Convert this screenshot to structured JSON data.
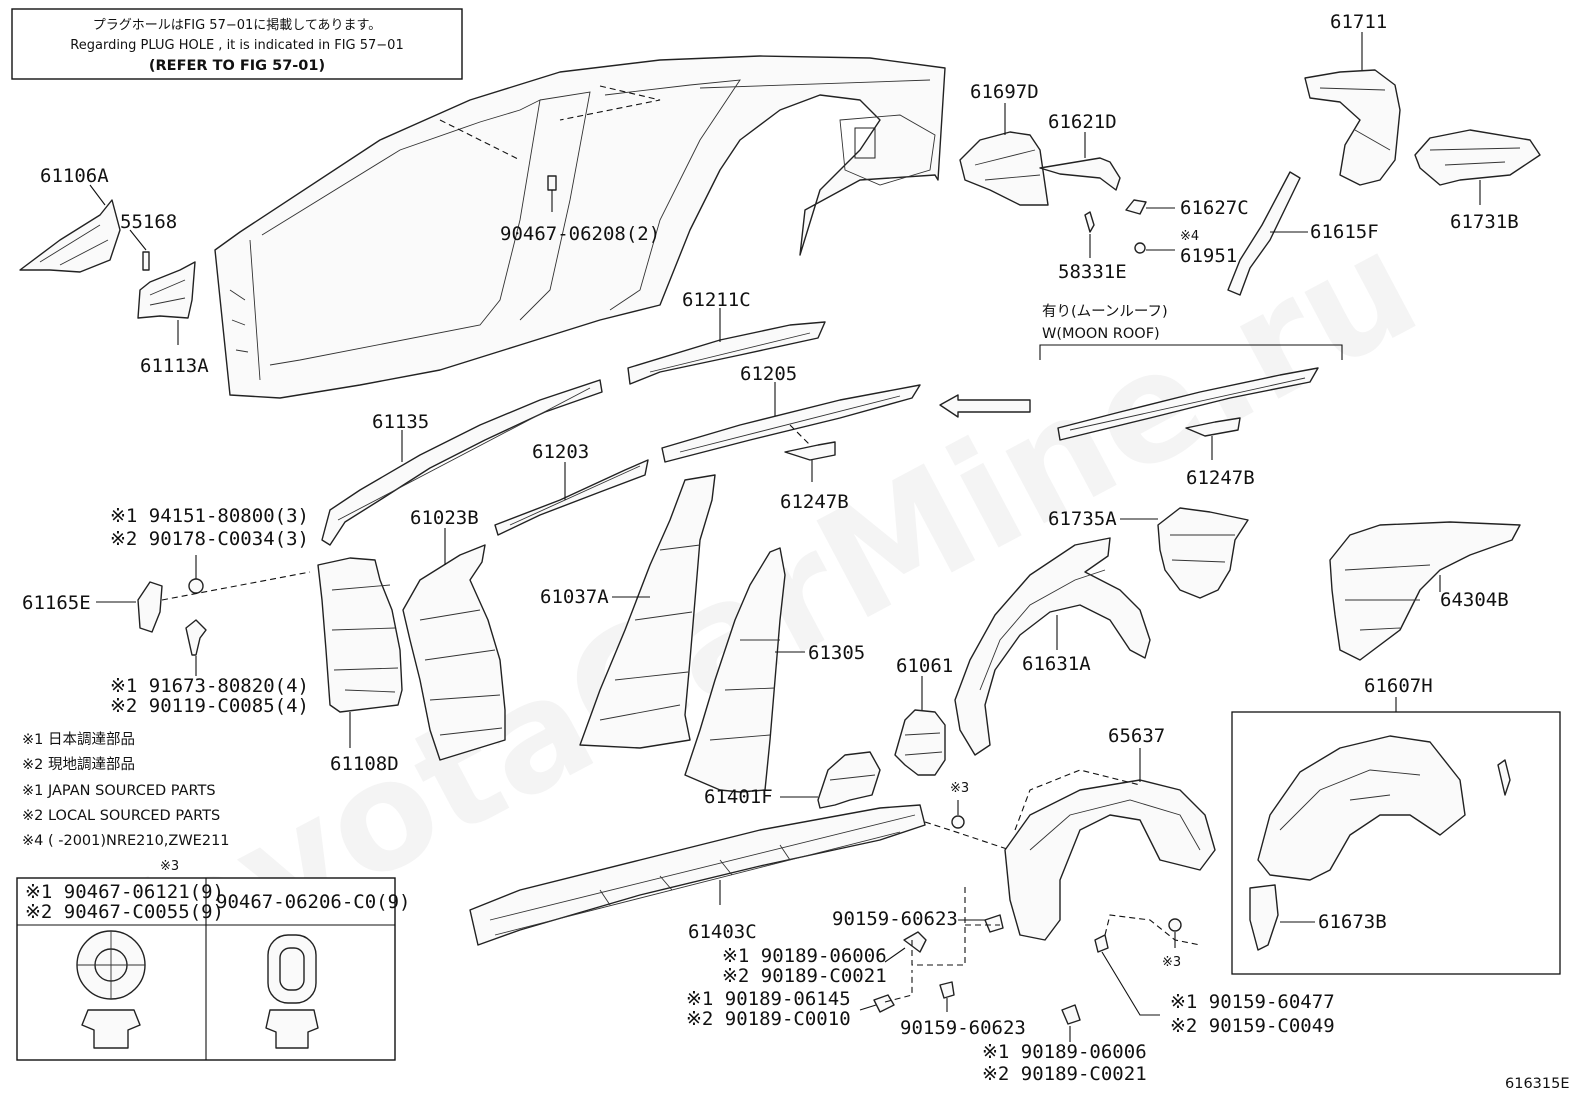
{
  "note": {
    "line1": "プラグホールはFIG 57−01に掲載してあります。",
    "line2": "Regarding PLUG HOLE , it is indicated in FIG 57−01",
    "line3": "(REFER TO FIG 57-01)"
  },
  "watermark": "ToyotaCarMine.ru",
  "parts": {
    "p61106A": "61106A",
    "p55168": "55168",
    "p61113A": "61113A",
    "p90467_06208": "90467-06208(2)",
    "p61697D": "61697D",
    "p61621D": "61621D",
    "p61627C": "61627C",
    "p58331E": "58331E",
    "p61951": "61951",
    "p61951_mark": "※4",
    "p61711": "61711",
    "p61731B": "61731B",
    "p61615F": "61615F",
    "p61211C": "61211C",
    "p61205": "61205",
    "p61135": "61135",
    "p61203": "61203",
    "p61247B_a": "61247B",
    "p61247B_b": "61247B",
    "p61023B": "61023B",
    "p61037A": "61037A",
    "p61305": "61305",
    "p61165E": "61165E",
    "p61108D": "61108D",
    "p61735A": "61735A",
    "p64304B": "64304B",
    "p61631A": "61631A",
    "p61061": "61061",
    "p61401F": "61401F",
    "p61403C": "61403C",
    "p65637": "65637",
    "p61607H": "61607H",
    "p61673B": "61673B",
    "bolt1_a": "※1 94151-80800(3)",
    "bolt1_b": "※2 90178-C0034(3)",
    "bolt2_a": "※1 91673-80820(4)",
    "bolt2_b": "※2 90119-C0085(4)",
    "mark3_a": "※3",
    "mark3_b": "※3",
    "c60623_a": "90159-60623",
    "c60623_b": "90159-60623",
    "c06006_a": "※1 90189-06006",
    "c06006_b": "※2 90189-C0021",
    "c06145_a": "※1 90189-06145",
    "c06145_b": "※2 90189-C0010",
    "c60477_a": "※1  90159-60477",
    "c60477_b": "※2  90159-C0049",
    "c06006_c": "※1 90189-06006",
    "c06006_d": "※2 90189-C0021"
  },
  "moonroof": {
    "jp": "有り(ムーンルーフ)",
    "en": "W(MOON ROOF)"
  },
  "legend": {
    "l1": "※1  日本調達部品",
    "l2": "※2  現地調達部品",
    "l3": "※1  JAPAN SOURCED PARTS",
    "l4": "※2  LOCAL SOURCED PARTS",
    "l5": "※4 (      -2001)NRE210,ZWE211"
  },
  "clip_table": {
    "mark": "※3",
    "left_a": "※1 90467-06121(9)",
    "left_b": "※2 90467-C0055(9)",
    "right": "90467-06206-C0(9)"
  },
  "figure_id": "616315E"
}
